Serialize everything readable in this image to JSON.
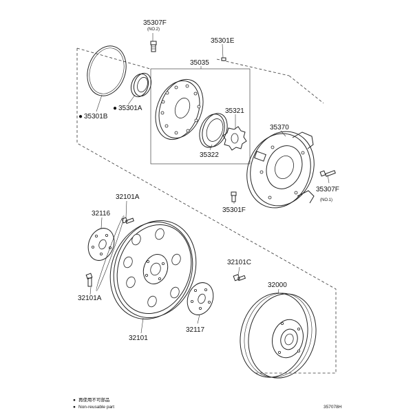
{
  "labels": {
    "p35307F_top": "35307F",
    "p35307F_top_sub": "(NO.2)",
    "p35301E": "35301E",
    "p35035": "35035",
    "p35301B": "35301B",
    "p35301A": "35301A",
    "p35321": "35321",
    "p35322": "35322",
    "p35370": "35370",
    "p35307F_right": "35307F",
    "p35307F_right_sub": "(NO.1)",
    "p35301F": "35301F",
    "p32101A_top": "32101A",
    "p32116": "32116",
    "p32101C": "32101C",
    "p32000": "32000",
    "p32101A_left": "32101A",
    "p32101": "32101",
    "p32117": "32117"
  },
  "legend": {
    "bullet": "●",
    "line1": "再使用不可部品",
    "line2": "Non-reusable part"
  },
  "drawing_number": "357078H"
}
